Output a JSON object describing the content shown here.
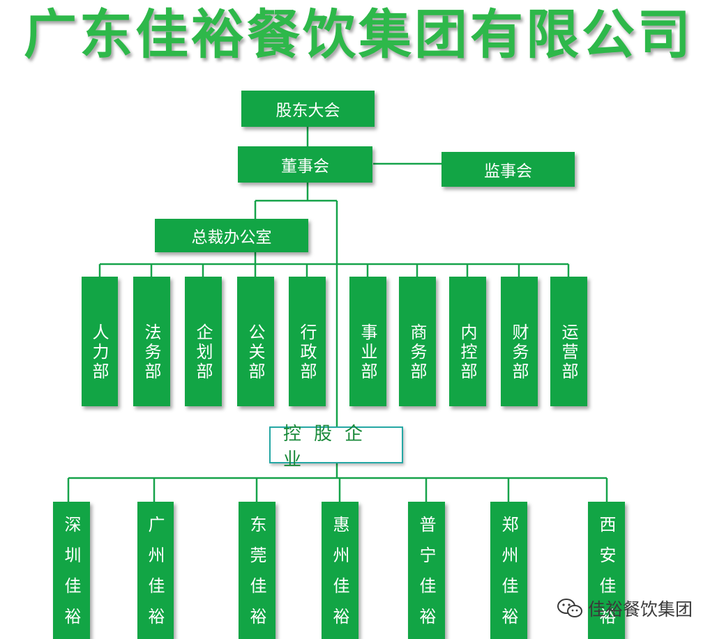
{
  "title": "广东佳裕餐饮集团有限公司",
  "shareholders": "股东大会",
  "board": "董事会",
  "supervisors": "监事会",
  "president_office": "总裁办公室",
  "departments": [
    "人力部",
    "法务部",
    "企划部",
    "公关部",
    "行政部",
    "事业部",
    "商务部",
    "内控部",
    "财务部",
    "运营部"
  ],
  "holding": "控股企业",
  "enterprises": [
    "深圳佳裕",
    "广州佳裕",
    "东莞佳裕",
    "惠州佳裕",
    "普宁佳裕",
    "郑州佳裕",
    "西安佳裕"
  ],
  "watermark": {
    "text": "佳裕餐饮集团",
    "icon": "wechat-icon"
  },
  "colors": {
    "box": "#12a545",
    "title": "#2eb84a",
    "line": "#16a34a",
    "holding_border": "#25a7a4"
  }
}
